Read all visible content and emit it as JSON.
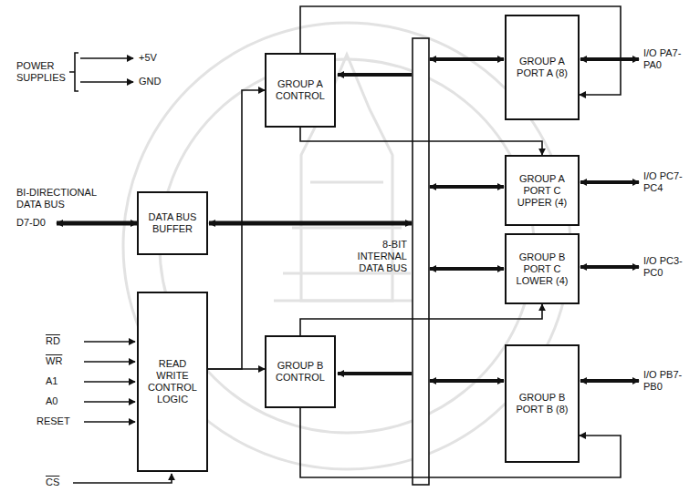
{
  "diagram": {
    "nodes": [
      {
        "text": [
          "GROUP A CONTROL"
        ]
      },
      {
        "text": [
          "GROUP A PORT A (8)"
        ]
      },
      {
        "text": [
          "DATA BUS BUFFER"
        ]
      },
      {
        "text": [
          "GROUP A PORT C UPPER (4)"
        ]
      },
      {
        "text": [
          "GROUP B PORT C LOWER (4)"
        ]
      },
      {
        "text": [
          "READ WRITE CONTROL LOGIC"
        ]
      },
      {
        "text": [
          "GROUP B CONTROL"
        ]
      },
      {
        "text": [
          "GROUP B PORT B (8)"
        ]
      }
    ],
    "edges": [
      {
        "from": 5,
        "to": 0,
        "arrow": "to"
      },
      {
        "from": 5,
        "to": 6,
        "arrow": "to"
      },
      {
        "from": 0,
        "to": 1,
        "arrow": "to"
      },
      {
        "from": 0,
        "to": 3,
        "arrow": "to"
      },
      {
        "from": 6,
        "to": 4,
        "arrow": "to"
      },
      {
        "from": 6,
        "to": 7,
        "arrow": "to"
      }
    ],
    "labels": [
      "POWER SUPPLIES",
      "+5V",
      "GND",
      "BI-DIRECTIONAL DATA BUS",
      "D7-D0",
      "8-BIT INTERNAL DATA BUS",
      "I/O PA7-PA0",
      "I/O PC7-PC4",
      "I/O PC3-PC0",
      "I/O PB7-PB0",
      "RD",
      "WR",
      "A1",
      "A0",
      "RESET",
      "CS"
    ]
  }
}
